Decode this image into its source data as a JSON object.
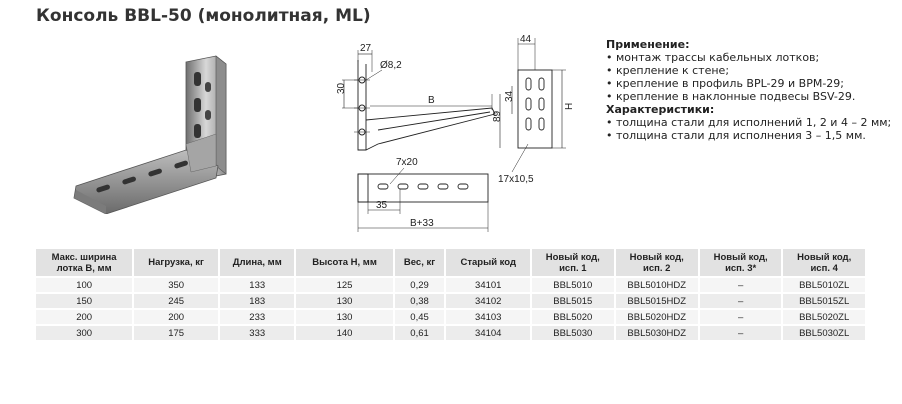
{
  "title": "Консоль BBL-50 (монолитная, ML)",
  "drawing_labels": {
    "d27": "27",
    "d30": "30",
    "hole": "Ø8,2",
    "b": "B",
    "d44": "44",
    "d34": "34",
    "d89": "89",
    "h": "H",
    "slot_top": "7x20",
    "slot_side": "17x10,5",
    "d35": "35",
    "b33": "B+33"
  },
  "specs": {
    "application_heading": "Применение:",
    "application_items": [
      "монтаж трассы кабельных лотков;",
      "крепление к стене;",
      "крепление в профиль BPL-29 и BPM-29;",
      "крепление в наклонные подвесы BSV-29."
    ],
    "characteristics_heading": "Характеристики:",
    "characteristics_items": [
      "толщина стали для исполнений 1, 2 и 4 – 2 мм;",
      "толщина стали для исполнения 3 – 1,5 мм."
    ]
  },
  "table": {
    "headers": [
      "Макс. ширина\nлотка B, мм",
      "Нагрузка, кг",
      "Длина, мм",
      "Высота H, мм",
      "Вес, кг",
      "Старый код",
      "Новый код,\nисп. 1",
      "Новый код,\nисп. 2",
      "Новый код,\nисп. 3*",
      "Новый код,\nисп. 4"
    ],
    "rows": [
      [
        "100",
        "350",
        "133",
        "125",
        "0,29",
        "34101",
        "BBL5010",
        "BBL5010HDZ",
        "–",
        "BBL5010ZL"
      ],
      [
        "150",
        "245",
        "183",
        "130",
        "0,38",
        "34102",
        "BBL5015",
        "BBL5015HDZ",
        "–",
        "BBL5015ZL"
      ],
      [
        "200",
        "200",
        "233",
        "130",
        "0,45",
        "34103",
        "BBL5020",
        "BBL5020HDZ",
        "–",
        "BBL5020ZL"
      ],
      [
        "300",
        "175",
        "333",
        "140",
        "0,61",
        "34104",
        "BBL5030",
        "BBL5030HDZ",
        "–",
        "BBL5030ZL"
      ]
    ]
  }
}
